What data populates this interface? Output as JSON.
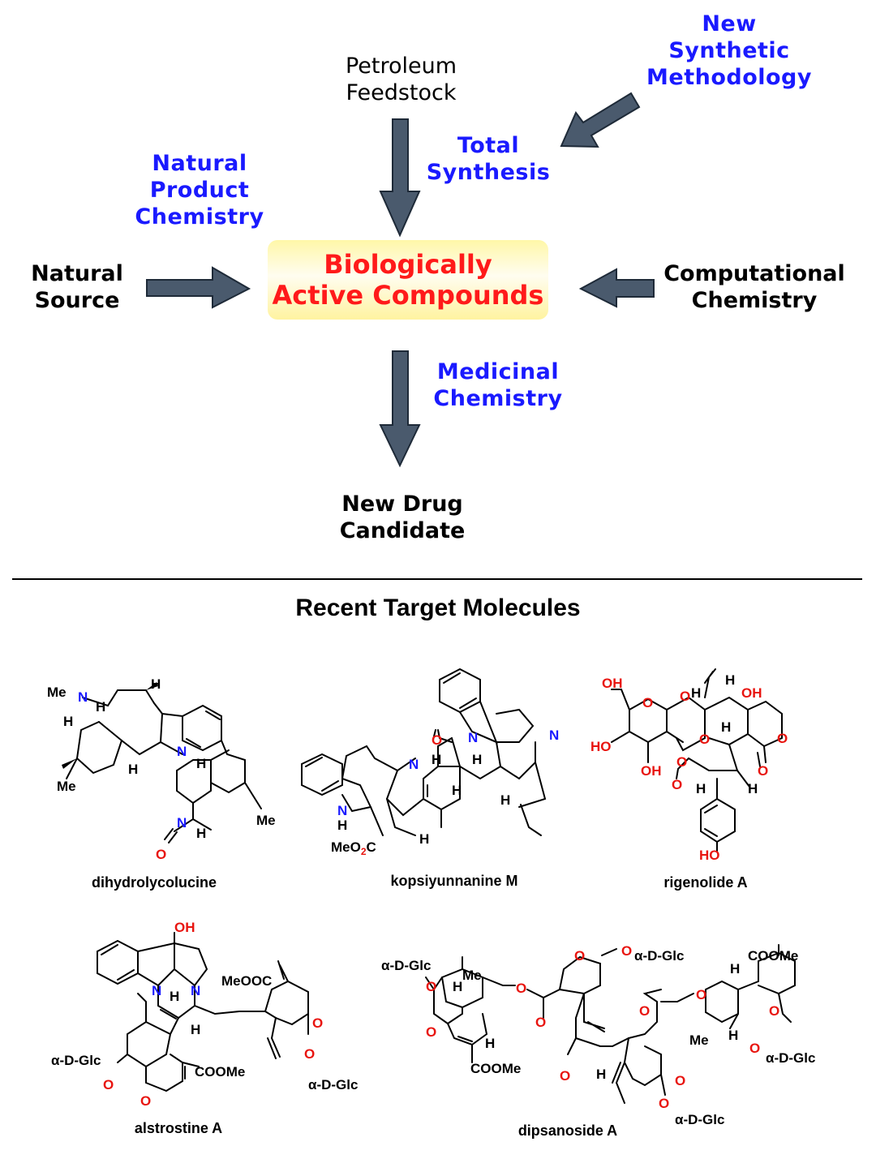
{
  "diagram": {
    "nodes": {
      "petroleum": "Petroleum\nFeedstock",
      "new_method": "New\nSynthetic\nMethodology",
      "total_synth": "Total\nSynthesis",
      "nat_prod_chem": "Natural\nProduct\nChemistry",
      "center": "Biologically\nActive Compounds",
      "natural_source": "Natural\nSource",
      "comp_chem": "Computational\nChemistry",
      "med_chem": "Medicinal\nChemistry",
      "drug": "New Drug\nCandidate"
    },
    "colors": {
      "arrow_fill": "#4a5a6d",
      "label_blue": "#1a1aff",
      "label_red": "#ff1a1a",
      "box_fill": "#fff7a8"
    }
  },
  "section_title": "Recent Target Molecules",
  "molecules": {
    "m1": "dihydrolycolucine",
    "m2": "kopsiyunnanine M",
    "m3": "rigenolide A",
    "m4": "alstrostine A",
    "m5": "dipsanoside A"
  },
  "atoms": {
    "me": "Me",
    "h": "H",
    "n": "N",
    "o": "O",
    "oh": "OH",
    "ho": "HO",
    "meo2c": "MeO",
    "two": "2",
    "c": "C",
    "meooc": "MeOOC",
    "coome": "COOMe",
    "glc": "α-D-Glc"
  }
}
